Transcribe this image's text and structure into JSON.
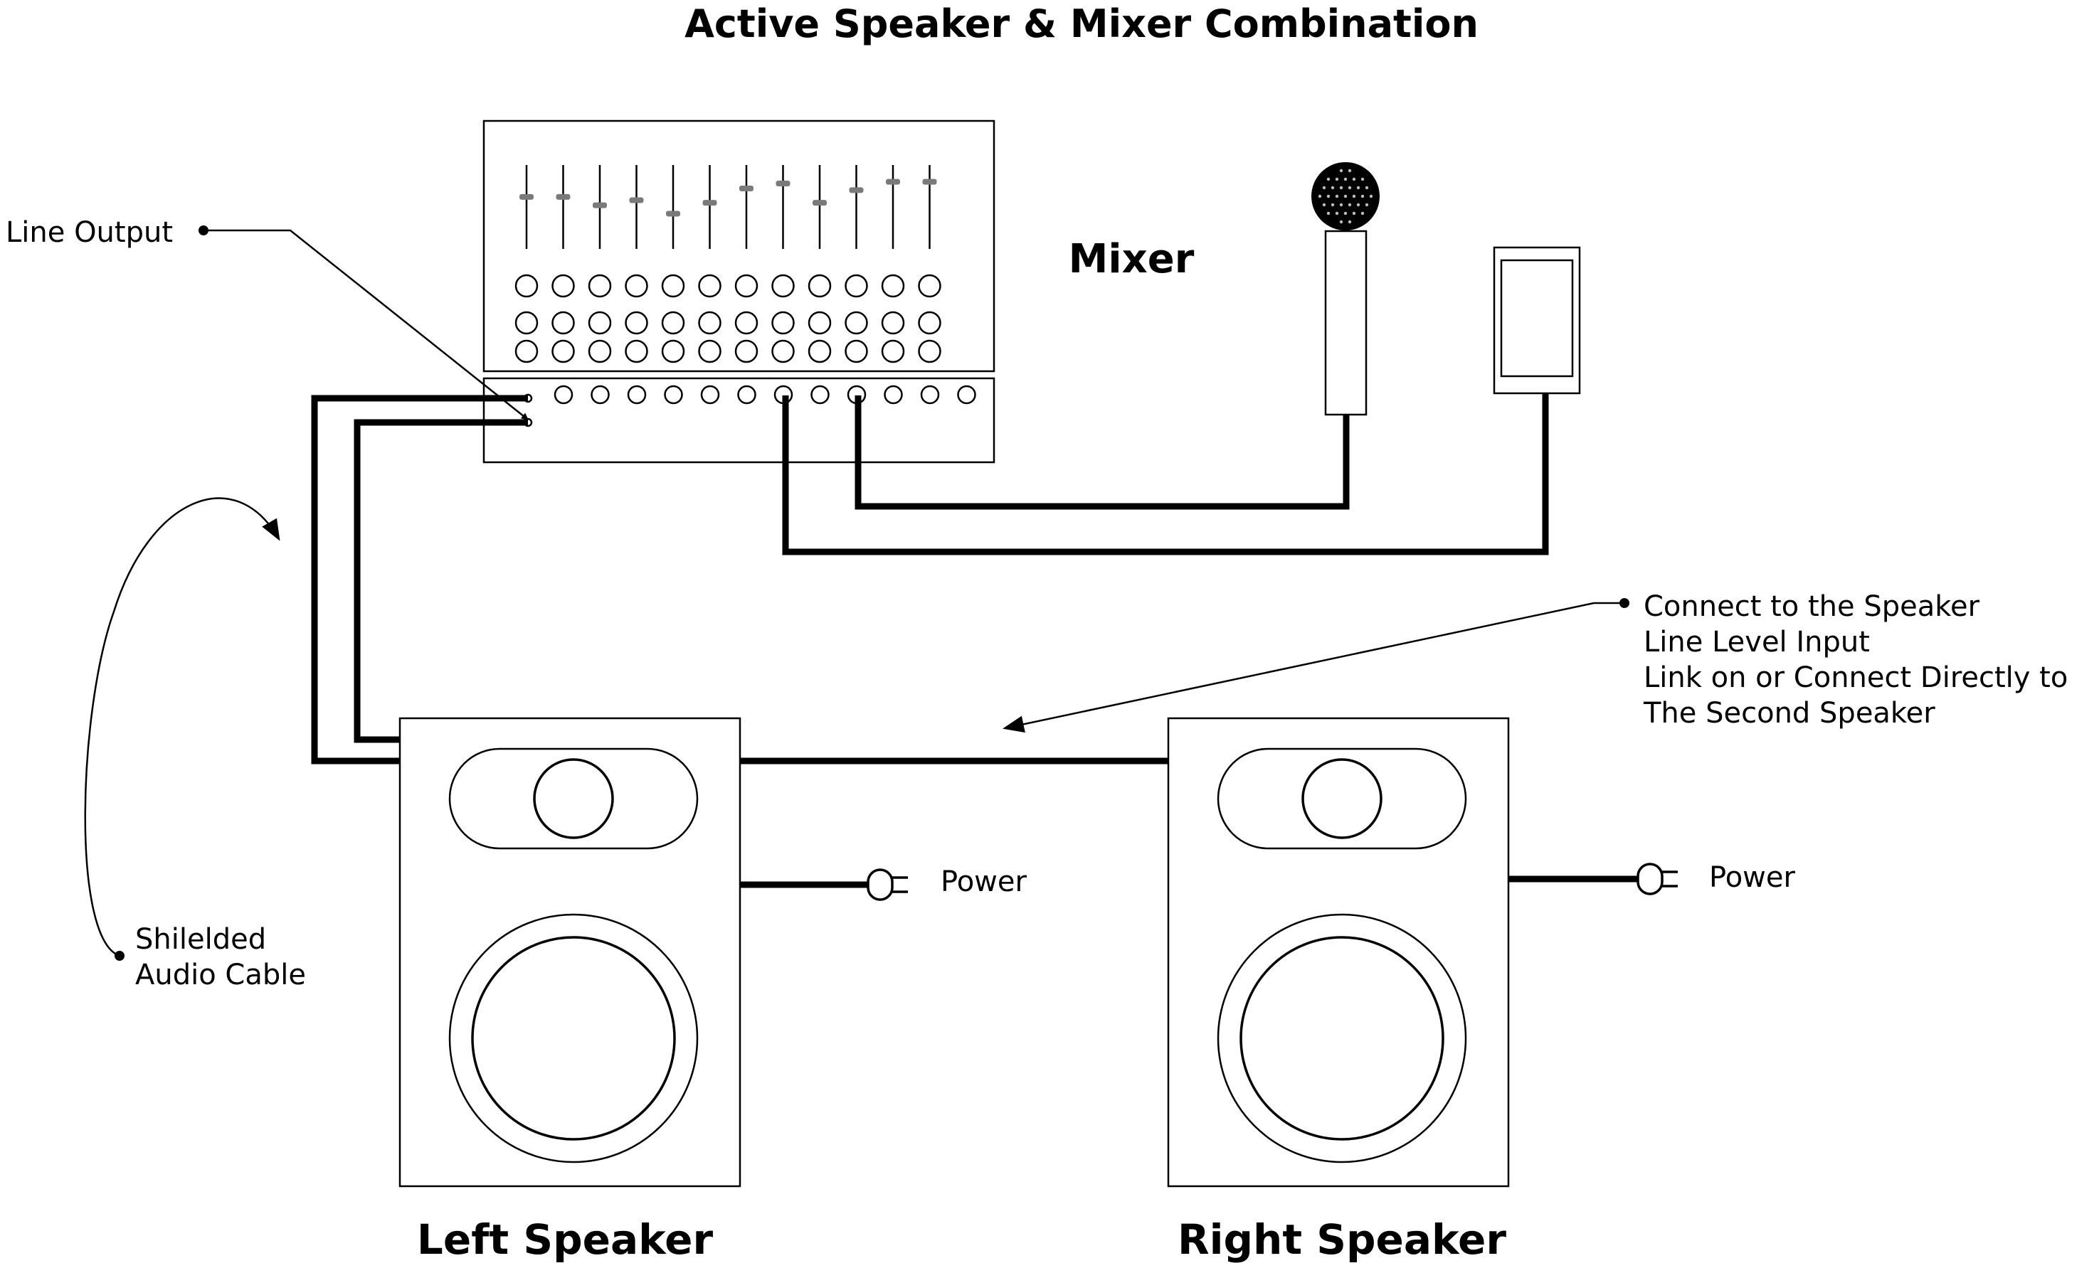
{
  "title": "Active Speaker & Mixer Combination",
  "labels": {
    "mixer": "Mixer",
    "line_output": "Line Output",
    "shielded_cable": [
      "Shilelded",
      "Audio Cable"
    ],
    "connect_note": [
      "Connect to the Speaker",
      "Line Level Input",
      "Link on or Connect Directly to",
      "The Second Speaker"
    ],
    "power_left": "Power",
    "power_right": "Power",
    "left_speaker": "Left Speaker",
    "right_speaker": "Right Speaker"
  },
  "mixer": {
    "channels": 12,
    "fader_levels": [
      0.62,
      0.62,
      0.52,
      0.58,
      0.42,
      0.55,
      0.72,
      0.78,
      0.55,
      0.7,
      0.8,
      0.8
    ],
    "knob_rows": 3,
    "connected_channels": [
      8,
      10
    ]
  },
  "colors": {
    "line": "#000000",
    "fader_knob": "#7a7a7a",
    "background": "#ffffff"
  }
}
